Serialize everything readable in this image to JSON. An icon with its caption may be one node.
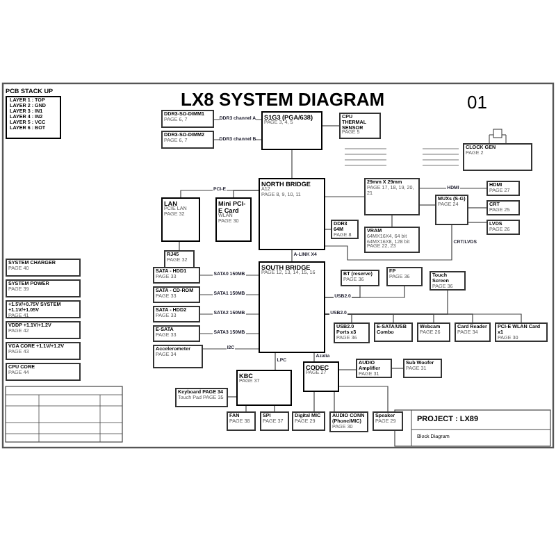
{
  "diagram": {
    "title": "LX8 SYSTEM DIAGRAM",
    "nodes": [
      {
        "text": [
          "PCB STACK UP",
          "LAYER 1 : TOP",
          "LAYER 2 : GND",
          "LAYER 3 : IN1",
          "LAYER 4 : IN2",
          "LAYER 5 : VCC",
          "LAYER 6 : BOT"
        ]
      },
      {
        "text": [
          "DDR3-SO-DIMM1",
          "PAGE 6, 7"
        ]
      },
      {
        "text": [
          "DDR3-SO-DIMM2",
          "PAGE 6, 7"
        ]
      },
      {
        "text": [
          "S1G3 (PGA/638)",
          "PAGE 3, 4, 5"
        ]
      },
      {
        "text": [
          "CPU THERMAL SENSOR",
          "PAGE 5"
        ]
      },
      {
        "text": [
          "CLOCK GEN",
          "PAGE 2"
        ]
      },
      {
        "text": [
          "NORTH BRIDGE",
          "A12",
          "PAGE 8, 9, 10, 11"
        ]
      },
      {
        "text": [
          "LAN",
          "PCIE LAN",
          "PAGE 32"
        ]
      },
      {
        "text": [
          "Mini PCI-E Card",
          "WLAN",
          "PAGE 30"
        ]
      },
      {
        "text": [
          "RJ45",
          "PAGE 32"
        ]
      },
      {
        "text": [
          "29mm X 29mm",
          "PAGE 17, 18, 19, 20, 21"
        ]
      },
      {
        "text": [
          "VRAM",
          "64MX16X4, 64 bit",
          "64MX16X8, 128 bit",
          "PAGE 22, 23"
        ]
      },
      {
        "text": [
          "DDR3 64M",
          "PAGE 8"
        ]
      },
      {
        "text": [
          "MUXs (S-G)",
          "PAGE 24"
        ]
      },
      {
        "text": [
          "HDMI",
          "PAGE 27"
        ]
      },
      {
        "text": [
          "CRT",
          "PAGE 25"
        ]
      },
      {
        "text": [
          "LVDS",
          "PAGE 26"
        ]
      },
      {
        "text": [
          "SOUTH BRIDGE",
          "PAGE 12, 13, 14, 15, 16"
        ]
      },
      {
        "text": [
          "SATA - HDD1",
          "PAGE 33"
        ]
      },
      {
        "text": [
          "SATA - CD-ROM",
          "PAGE 33"
        ]
      },
      {
        "text": [
          "SATA - HDD2",
          "PAGE 33"
        ]
      },
      {
        "text": [
          "E-SATA",
          "PAGE 33"
        ]
      },
      {
        "text": [
          "Accelerometer",
          "PAGE 34"
        ]
      },
      {
        "text": [
          "KBC",
          "PAGE 37"
        ]
      },
      {
        "text": [
          "Keyboard PAGE 34",
          "Touch Pad PAGE 35"
        ]
      },
      {
        "text": [
          "FAN",
          "PAGE 38"
        ]
      },
      {
        "text": [
          "SPI",
          "PAGE 37"
        ]
      },
      {
        "text": [
          "CODEC",
          "PAGE 27"
        ]
      },
      {
        "text": [
          "AUDIO Amplifier",
          "PAGE 31"
        ]
      },
      {
        "text": [
          "Sub Woofer",
          "PAGE 31"
        ]
      },
      {
        "text": [
          "Digital MIC",
          "PAGE 29"
        ]
      },
      {
        "text": [
          "AUDIO CONN (Phone/MIC)",
          "PAGE 30"
        ]
      },
      {
        "text": [
          "Speaker",
          "PAGE 29"
        ]
      },
      {
        "text": [
          "BT (reserve)",
          "PAGE 36"
        ]
      },
      {
        "text": [
          "FP",
          "PAGE 36"
        ]
      },
      {
        "text": [
          "Touch Screen",
          "PAGE 36"
        ]
      },
      {
        "text": [
          "USB2.0 Ports x3",
          "PAGE 36"
        ]
      },
      {
        "text": [
          "E-SATA/USB Combo"
        ]
      },
      {
        "text": [
          "Webcam",
          "PAGE 26"
        ]
      },
      {
        "text": [
          "Card Reader",
          "PAGE 34"
        ]
      },
      {
        "text": [
          "PCI-E WLAN Card x1",
          "PAGE 30"
        ]
      },
      {
        "text": [
          "SYSTEM CHARGER",
          "PAGE 40"
        ]
      },
      {
        "text": [
          "SYSTEM POWER",
          "PAGE 39"
        ]
      },
      {
        "text": [
          "+1.5V/+0.75V SYSTEM +1.1V/+1.05V",
          "PAGE 41"
        ]
      },
      {
        "text": [
          "VDDP +1.1V/+1.2V",
          "PAGE 42"
        ]
      },
      {
        "text": [
          "VGA CORE +1.1V/+1.2V",
          "PAGE 43"
        ]
      },
      {
        "text": [
          "CPU CORE",
          "PAGE 44"
        ]
      }
    ],
    "edges": [
      {
        "from": 1,
        "to": 3,
        "arrow": "none",
        "label": "DDR3 channel A"
      },
      {
        "from": 2,
        "to": 3,
        "arrow": "none",
        "label": "DDR3 channel B"
      },
      {
        "from": 3,
        "to": 4,
        "arrow": "none"
      },
      {
        "from": 3,
        "to": 6,
        "arrow": "none"
      },
      {
        "from": 6,
        "to": 7,
        "arrow": "none",
        "label": "PCI-E"
      },
      {
        "from": 6,
        "to": 8,
        "arrow": "none"
      },
      {
        "from": 7,
        "to": 9,
        "arrow": "none"
      },
      {
        "from": 6,
        "to": 12,
        "arrow": "none"
      },
      {
        "from": 6,
        "to": 10,
        "arrow": "none"
      },
      {
        "from": 10,
        "to": 11,
        "arrow": "none"
      },
      {
        "from": 10,
        "to": 14,
        "arrow": "none",
        "label": "HDMI"
      },
      {
        "from": 10,
        "to": 13,
        "arrow": "none"
      },
      {
        "from": 6,
        "to": 13,
        "arrow": "none",
        "label": "CRT/LVDS"
      },
      {
        "from": 13,
        "to": 15,
        "arrow": "none"
      },
      {
        "from": 13,
        "to": 16,
        "arrow": "none"
      },
      {
        "from": 6,
        "to": 17,
        "arrow": "none",
        "label": "A-LINK X4"
      },
      {
        "from": 17,
        "to": 18,
        "arrow": "none",
        "label": "SATA0 150MB"
      },
      {
        "from": 17,
        "to": 19,
        "arrow": "none",
        "label": "SATA1 150MB"
      },
      {
        "from": 17,
        "to": 20,
        "arrow": "none",
        "label": "SATA2 150MB"
      },
      {
        "from": 17,
        "to": 21,
        "arrow": "none",
        "label": "SATA3 150MB"
      },
      {
        "from": 17,
        "to": 22,
        "arrow": "none",
        "label": "I2C"
      },
      {
        "from": 17,
        "to": 23,
        "arrow": "none",
        "label": "LPC"
      },
      {
        "from": 23,
        "to": 24,
        "arrow": "none"
      },
      {
        "from": 23,
        "to": 25,
        "arrow": "none"
      },
      {
        "from": 23,
        "to": 26,
        "arrow": "none"
      },
      {
        "from": 17,
        "to": 27,
        "arrow": "none",
        "label": "Azalia"
      },
      {
        "from": 27,
        "to": 28,
        "arrow": "none"
      },
      {
        "from": 28,
        "to": 29,
        "arrow": "none"
      },
      {
        "from": 27,
        "to": 30,
        "arrow": "none"
      },
      {
        "from": 27,
        "to": 31,
        "arrow": "none"
      },
      {
        "from": 27,
        "to": 32,
        "arrow": "none"
      },
      {
        "from": 17,
        "to": 33,
        "arrow": "none",
        "label": "USB2.0"
      },
      {
        "from": 17,
        "to": 34,
        "arrow": "none"
      },
      {
        "from": 17,
        "to": 35,
        "arrow": "none"
      },
      {
        "from": 17,
        "to": 36,
        "arrow": "none",
        "label": "USB2.0"
      },
      {
        "from": 17,
        "to": 37,
        "arrow": "none"
      },
      {
        "from": 17,
        "to": 38,
        "arrow": "none"
      },
      {
        "from": 17,
        "to": 39,
        "arrow": "none"
      },
      {
        "from": 17,
        "to": 40,
        "arrow": "none"
      }
    ],
    "labels": [
      "01",
      "PROJECT : LX89",
      "Block Diagram"
    ]
  }
}
